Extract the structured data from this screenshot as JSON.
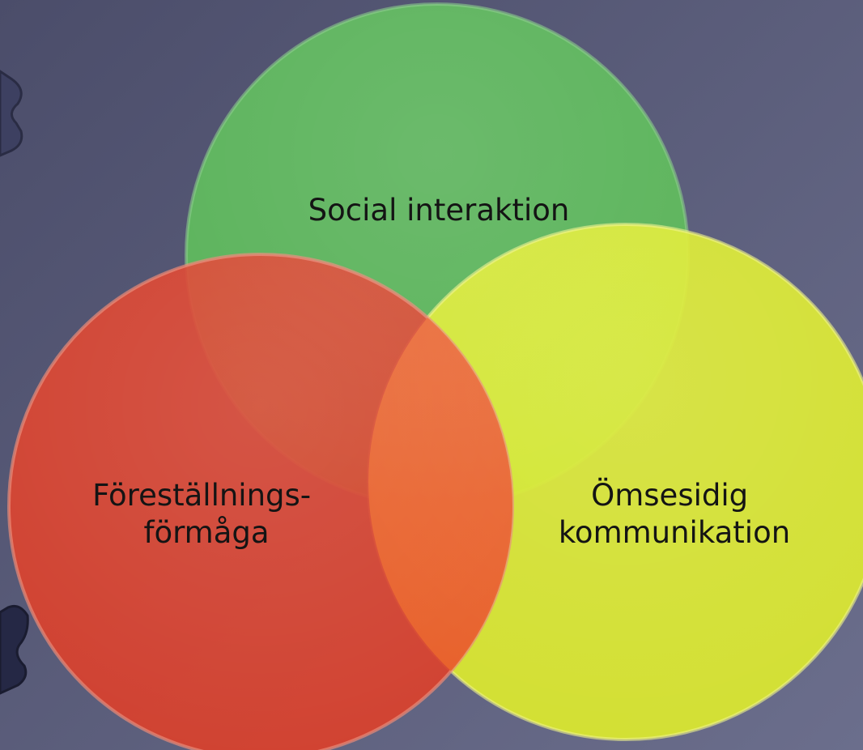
{
  "diagram": {
    "type": "venn",
    "circles": [
      {
        "id": "social",
        "color": "#5cb85a",
        "label_lines": [
          "Social interaktion"
        ]
      },
      {
        "id": "omsesidig",
        "color": "#dcea2e",
        "label_lines": [
          "Ömsesidig",
          "kommunikation"
        ]
      },
      {
        "id": "forestallning",
        "color": "#d9412c",
        "label_lines": [
          "Föreställnings-",
          "förmåga"
        ]
      }
    ],
    "overlap_color": "#e8612a"
  },
  "background": {
    "color_dark": "#4b4d6a",
    "color_light": "#6b6e8c"
  }
}
